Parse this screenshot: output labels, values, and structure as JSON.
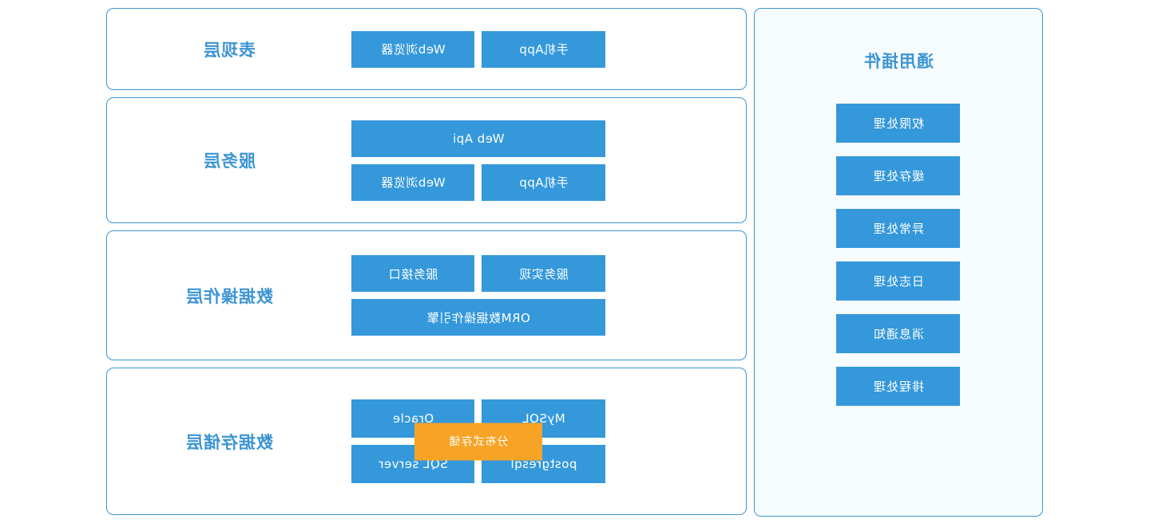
{
  "plugins": {
    "title": "通用插件",
    "items": [
      {
        "label": "权限处理"
      },
      {
        "label": "缓存处理"
      },
      {
        "label": "异常处理"
      },
      {
        "label": "日志处理"
      },
      {
        "label": "消息通知"
      },
      {
        "label": "排程处理"
      }
    ]
  },
  "layers": [
    {
      "label": "表现层",
      "rows": [
        {
          "nodes": [
            {
              "label": "Web浏览器"
            },
            {
              "label": "手机App"
            }
          ]
        }
      ]
    },
    {
      "label": "服务层",
      "rows": [
        {
          "nodes": [
            {
              "label": "Web Api"
            }
          ]
        },
        {
          "nodes": [
            {
              "label": "Web浏览器"
            },
            {
              "label": "手机App"
            }
          ]
        }
      ]
    },
    {
      "label": "数据操作层",
      "rows": [
        {
          "nodes": [
            {
              "label": "服务接口"
            },
            {
              "label": "服务实现"
            }
          ]
        },
        {
          "nodes": [
            {
              "label": "ORM数据操作引擎"
            }
          ]
        }
      ]
    },
    {
      "label": "数据存储层",
      "rows": [
        {
          "nodes": [
            {
              "label": "Oracle"
            },
            {
              "label": "MySQL"
            }
          ]
        },
        {
          "nodes": [
            {
              "label": "SQL server"
            },
            {
              "label": "postgresql"
            }
          ]
        }
      ],
      "badge": "分布式存储"
    }
  ],
  "colors": {
    "node_blue": "#3498db",
    "border_blue": "#3d95d4",
    "label_blue": "#3d95d4",
    "panel_bg": "#f6fbfe",
    "badge_orange": "#f7a325",
    "node_text": "#ffffff"
  }
}
